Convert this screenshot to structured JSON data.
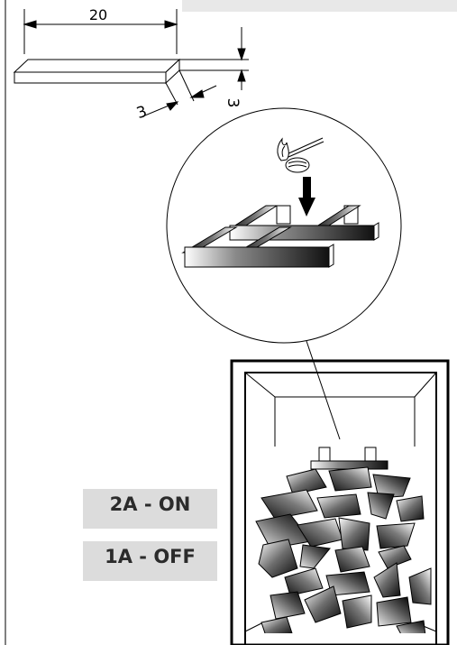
{
  "dimensions": {
    "length": "20",
    "width": "3",
    "height": "3"
  },
  "labels": {
    "on": "2A - ON",
    "off": "1A - OFF"
  },
  "colors": {
    "line": "#000000",
    "header_band": "#e8e8e8",
    "label_bg": "#dcdcdc",
    "label_text": "#2b2b2b"
  }
}
